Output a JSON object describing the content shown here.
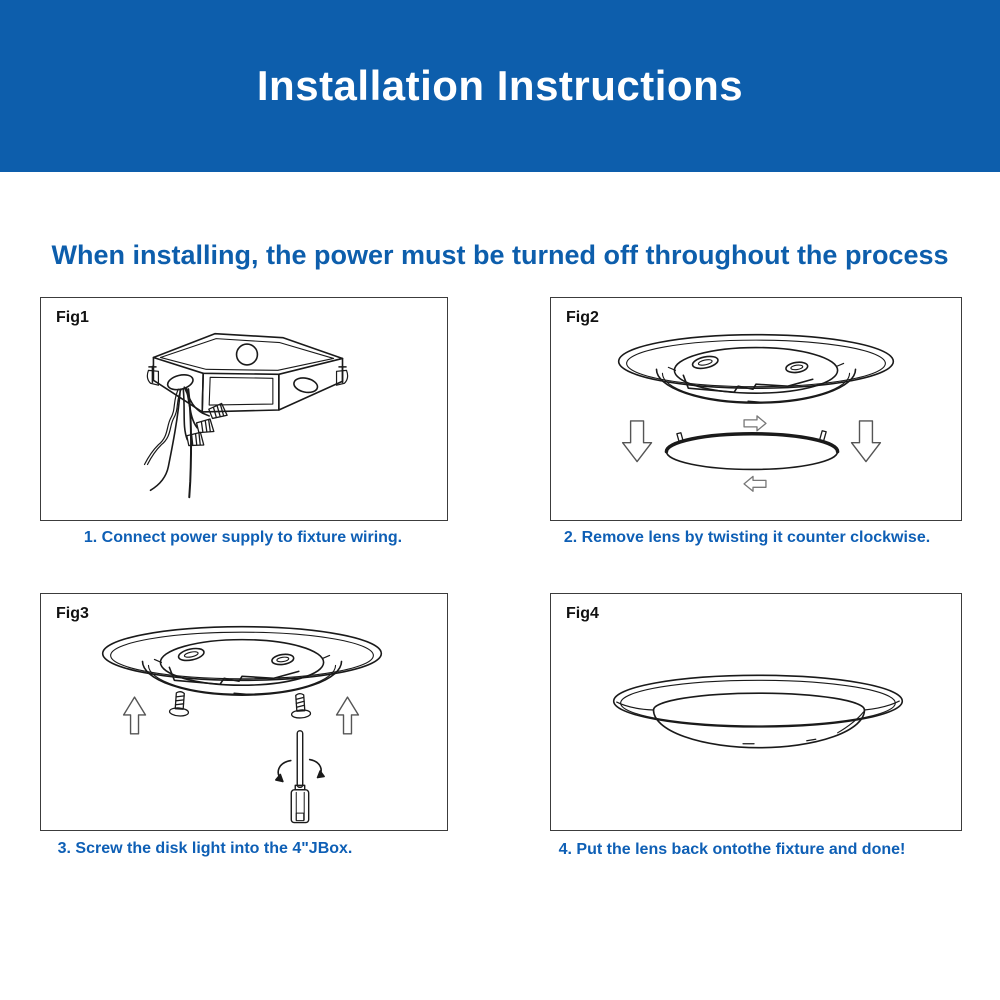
{
  "banner": {
    "title": "Installation Instructions",
    "bg_color": "#0D5EAC",
    "text_color": "#FFFFFF"
  },
  "warning": {
    "text": "When installing, the power must be turned off throughout the process",
    "color": "#0D5EAC"
  },
  "figures": [
    {
      "label": "Fig1",
      "caption": "1. Connect power supply to fixture wiring.",
      "drawing_name": "junction-box-with-supply-wires-and-wire-nuts"
    },
    {
      "label": "Fig2",
      "caption": "2. Remove lens by twisting it counter clockwise.",
      "drawing_name": "fixture-with-lens-removed-twist-arrows"
    },
    {
      "label": "Fig3",
      "caption": "3. Screw the disk light into the 4\"JBox.",
      "drawing_name": "fixture-with-screws-and-screwdriver"
    },
    {
      "label": "Fig4",
      "caption": "4. Put the lens back ontothe fixture and done!",
      "drawing_name": "assembled-disk-light"
    }
  ],
  "colors": {
    "caption_text": "#0E5FB5",
    "figure_border": "#3C3C3C",
    "line_art": "#1A1A1A",
    "arrow_outline": "#555555"
  }
}
